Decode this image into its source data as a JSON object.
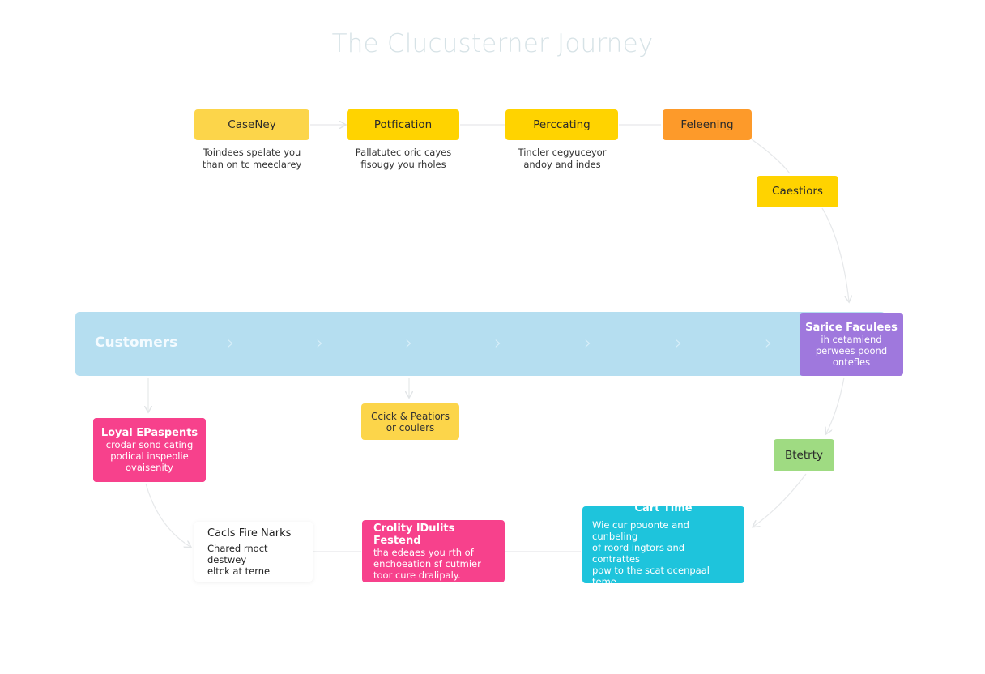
{
  "title": "The Clucusterner Journey",
  "colors": {
    "yellow_light": "#fcd54a",
    "yellow": "#ffd300",
    "orange": "#fd9a2a",
    "band": "#b5def0",
    "purple": "#9f78dd",
    "pink": "#f7418c",
    "green": "#9fdb82",
    "cyan": "#1ec4dc",
    "connector": "#e3e6e8"
  },
  "stages": [
    {
      "label": "CaseNey",
      "caption": [
        "Toindees spelate you",
        "than on tc meeclarey"
      ]
    },
    {
      "label": "Potfication",
      "caption": [
        "Pallatutec oric cayes",
        "fisougy you rholes"
      ]
    },
    {
      "label": "Perccating",
      "caption": [
        "Tincler cegyuceyor",
        "andoy and indes"
      ]
    },
    {
      "label": "Feleening",
      "caption": []
    }
  ],
  "castiors": {
    "label": "Caestiors"
  },
  "band": {
    "label": "Customers",
    "chevron_icon": "›"
  },
  "service": {
    "head": "Sarice Faculees",
    "lines": [
      "ih cetamiend",
      "perwees poond",
      "ontefles"
    ]
  },
  "loyal": {
    "head": "Loyal EPaspents",
    "lines": [
      "crodar sond cating",
      "podical inspeolie",
      "ovaisenity"
    ]
  },
  "click": {
    "lines": [
      "Ccick & Peatiors",
      "or coulers"
    ]
  },
  "stetrty": {
    "label": "Btetrty"
  },
  "cards": {
    "head": "Cacls Fire Narks",
    "lines": [
      "Chared rnoct destwey",
      "eltck at terne"
    ]
  },
  "crolity": {
    "head": "Crolity lDulits Festend",
    "lines": [
      "tha edeaes you rth of",
      "enchoeation sf cutmier",
      "toor cure dralipaly."
    ]
  },
  "cart": {
    "head": "Cart Time",
    "lines": [
      "Wie cur pouonte and cunbeling",
      "of roord ingtors and contrattes",
      "pow to the scat ocenpaal",
      "teme."
    ]
  }
}
